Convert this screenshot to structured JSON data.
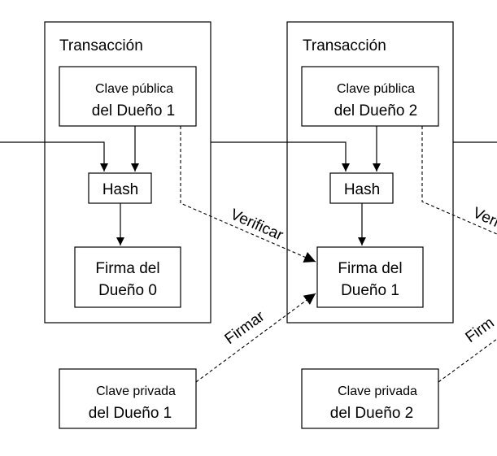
{
  "transactions": [
    {
      "title": "Transacción",
      "public_key": {
        "line1": "Clave pública",
        "line2": "del Dueño 1"
      },
      "hash": "Hash",
      "signature": {
        "line1": "Firma del",
        "line2": "Dueño 0"
      }
    },
    {
      "title": "Transacción",
      "public_key": {
        "line1": "Clave pública",
        "line2": "del Dueño 2"
      },
      "hash": "Hash",
      "signature": {
        "line1": "Firma del",
        "line2": "Dueño 1"
      }
    }
  ],
  "private_keys": [
    {
      "line1": "Clave privada",
      "line2": "del Dueño 1"
    },
    {
      "line1": "Clave privada",
      "line2": "del Dueño 2"
    }
  ],
  "labels": {
    "verify": "Verificar",
    "verify_partial": "Veri",
    "sign": "Firmar",
    "sign_partial": "Firm"
  }
}
